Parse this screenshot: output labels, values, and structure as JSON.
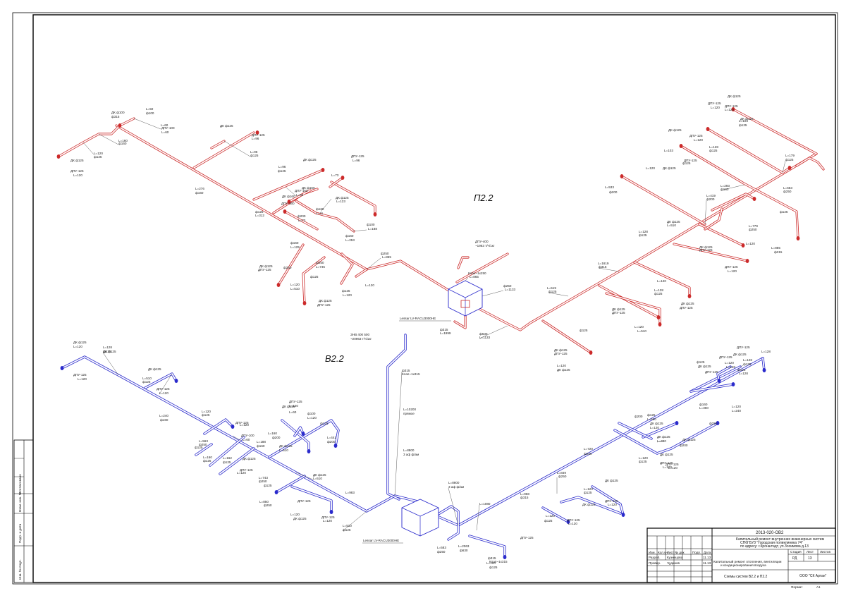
{
  "diagram": {
    "supply_system_label": "П2.2",
    "exhaust_system_label": "В2.2",
    "supply_unit_label": "Lessar LV-RACU3000HE",
    "exhaust_unit_label": "Lessar LV-RACU3000HE",
    "supply_intake_label": "ДПУ-400",
    "supply_intake_sub": "~1963 т/ч/1кг",
    "exhaust_outlet_label": "ЗНВ 400 500",
    "exhaust_outlet_sub": "~20963 т/ч/1кг",
    "colors": {
      "supply_duct": "#cc2a2a",
      "exhaust_duct": "#2a2acc",
      "frame": "#000000"
    },
    "supply_annotations": [
      "ДК ф100",
      "L=50",
      "ф100",
      "L=60",
      "ДПУ-100",
      "L=60",
      "L=160",
      "ф160",
      "L=120",
      "ф125",
      "ДК ф125",
      "ДПУ-125",
      "L=120",
      "ДК ф125",
      "ДПУ-125",
      "L=96",
      "L=96",
      "ф125",
      "L=276",
      "ф160",
      "L=96",
      "ф125",
      "ДК ф125",
      "ДПУ-125",
      "L=96",
      "ДК ф160",
      "ДПУ-160",
      "L=60",
      "ДК ф160",
      "ДПУ-160",
      "L=73",
      "ДК ф125",
      "L=123",
      "ф125",
      "L=312",
      "ф200",
      "L=73",
      "ф160",
      "L=41",
      "ф100",
      "L=188",
      "ф160",
      "L=253",
      "ф160",
      "L=125",
      "ф250",
      "L=745",
      "ф250",
      "L=865",
      "ф250",
      "ДК ф125",
      "ДПУ-125",
      "L=120",
      "L=510",
      "ф125",
      "L=120",
      "ф125",
      "ДК ф125",
      "ДПУ-125",
      "L=120",
      "Клап~1х250",
      "L=865",
      "ф250",
      "L=1133",
      "ф315",
      "L=1999",
      "ф630",
      "L=1133",
      "ф315"
    ],
    "supply_annotations_right": [
      "ДК ф125",
      "ДПУ-125",
      "L=120",
      "L=103",
      "ф125",
      "ДК ф125",
      "ДПУ-125",
      "L=120",
      "L=128",
      "ф125",
      "L=179",
      "ф125",
      "ДК ф125",
      "ДПУ-125",
      "L=120",
      "L=103",
      "ф125",
      "ДК ф125",
      "ДПУ-125",
      "L=120",
      "L=533",
      "ф200",
      "L=419",
      "ф200",
      "L=293",
      "ф160",
      "L=653",
      "ф250",
      "ДК ф125",
      "L=510",
      "ф125",
      "L=779",
      "ф250",
      "L=128",
      "ф125",
      "ДК ф125",
      "ДПУ-125",
      "L=120",
      "L=885",
      "ф315",
      "L=1619",
      "ф315",
      "L=519",
      "ф125",
      "L=128",
      "ф125",
      "ДК ф125",
      "ДПУ-125",
      "L=120",
      "ДК ф125",
      "ДПУ-125",
      "L=120",
      "L=510",
      "ф125",
      "ДК ф125",
      "ДПУ-125",
      "L=120",
      "ДК ф125",
      "ДПУ-125",
      "L=120"
    ],
    "exhaust_annotations": [
      "ДК ф125",
      "L=128",
      "ф125",
      "ДПУ-125",
      "L=120",
      "ДК ф125",
      "L=510",
      "ф125",
      "ДПУ-125",
      "L=120",
      "L=240",
      "ф160",
      "L=120",
      "ф125",
      "ДПУ-125",
      "L=120",
      "ДПУ-125",
      "L=120",
      "ДК ф125",
      "L=60",
      "ф100",
      "L=120",
      "ф125",
      "L=441",
      "ф200",
      "ДПУ-100",
      "L=60",
      "L=160",
      "ф200",
      "L=563",
      "ф250",
      "L=188",
      "ф160",
      "ДК ф125",
      "L=510",
      "ф125",
      "L=162",
      "ф125",
      "L=160",
      "ф125",
      "ДК ф125",
      "ДПУ-125",
      "L=120",
      "L=743",
      "ф250",
      "ДК ф125",
      "L=510",
      "ф125",
      "L=850",
      "ф250",
      "ДПУ-125",
      "L=120",
      "ДК ф125",
      "ДПУ-125",
      "L=120",
      "L=510",
      "ф125",
      "L=983",
      "ф315",
      "Клап~1х315",
      "L=10200",
      "прямое",
      "L=8800",
      "3 аф ф/ам",
      "L=8800",
      "3 аф ф/ам",
      "L=583",
      "ф250",
      "L=2063",
      "ф630",
      "L=1080",
      "ф315",
      "Клап~1х315",
      "L=120",
      "ф125",
      "ДПУ-125",
      "L=120",
      "ДК ф125"
    ],
    "exhaust_annotations_right": [
      "ДПУ-125",
      "L=128",
      "ДК ф125",
      "L=128",
      "ф125",
      "ДПУ-125",
      "L=120",
      "L=128",
      "ф125",
      "L=128",
      "ф125",
      "ДК ф125",
      "ДПУ-125",
      "L=120",
      "L=240",
      "ф160",
      "L=360",
      "ф200",
      "ДК ф125",
      "L=120",
      "ф125",
      "L=680",
      "ф250",
      "ДК ф125",
      "L=480",
      "ф200",
      "ДК ф125",
      "ДПУ-125",
      "L=120",
      "L=720",
      "ф250",
      "L=120",
      "ф125",
      "ДК ф125",
      "ДПУ-125",
      "L=120",
      "L=849",
      "ф250",
      "L=120",
      "ф125",
      "ДК ф125",
      "L=968",
      "ф315",
      "L=120",
      "ф125",
      "ДПУ-125",
      "L=120",
      "ДК ф125",
      "ДПУ-125",
      "L=120"
    ]
  },
  "side_stamp": {
    "agreed": "Согласовано",
    "replaced_inv": "Взам. инв. №",
    "signature_date": "Подп. и дата",
    "inv_original": "Инв. № подл."
  },
  "title_block": {
    "doc_code": "2013-020-ОВ2",
    "project_title_1": "Капитальный ремонт внутренних инженерных систем",
    "project_title_2": "СПбГБУЗ \"Городская поликлиника  74\"",
    "project_title_3": "по адресу: г.Кронштадт, ул.Зосимова д.13",
    "section_title_1": "Капитальный ремонт отопления, вентиляции",
    "section_title_2": "и кондиционирования воздуха",
    "sheet_title": "Схемы систем В2.2 и П2.2",
    "company": "ООО \"СК Артан\"",
    "col_izm": "Изм.",
    "col_kol": "Кол.уч",
    "col_list": "Лист",
    "col_ndok": "№ док",
    "col_podp": "Подп.",
    "col_data": "Дата",
    "role_dev": "Разраб.",
    "name_dev": "Кузнецова",
    "date_dev": "11.13",
    "role_check": "Провер.",
    "name_check": "Чудинов",
    "date_check": "11.13",
    "stage_h": "Стадия",
    "sheet_h": "Лист",
    "sheets_h": "Листов",
    "stage": "РД",
    "sheet": "13",
    "sheets": "",
    "format_label": "Формат",
    "format": "А1"
  }
}
